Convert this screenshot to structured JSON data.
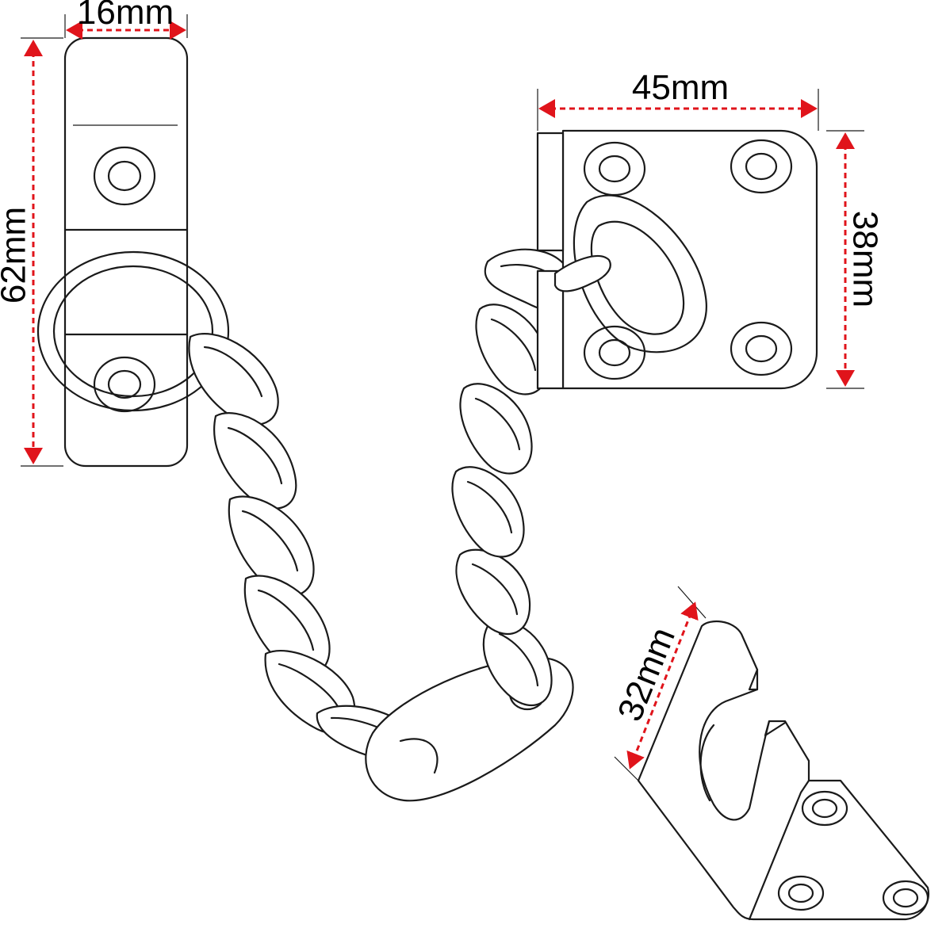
{
  "dimensions": {
    "width_plate": "16mm",
    "length_plate": "62mm",
    "width_keeper": "45mm",
    "height_keeper": "38mm",
    "staple_height": "32mm"
  },
  "colors": {
    "dimension_line": "#e0141b",
    "outline": "#1a1a1a",
    "background": "#ffffff"
  }
}
